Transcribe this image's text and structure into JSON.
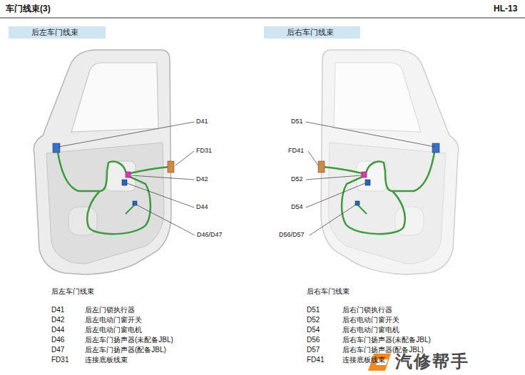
{
  "diagram": {
    "title": "车门线束(3)",
    "nodes": [
      {
        "text": [
          "后左车门线束"
        ]
      },
      {
        "text": [
          "后右车门线束"
        ]
      }
    ],
    "labels": [
      "HL-13",
      "D41",
      "FD31",
      "D42",
      "D44",
      "D46/D47",
      "D51",
      "FD41",
      "D52",
      "D54",
      "D56/D57",
      "后左车门线束",
      "D41",
      "后左门锁执行器",
      "D42",
      "后左电动门窗开关",
      "D44",
      "后左电动门窗电机",
      "D46",
      "后左车门扬声器(未配备JBL)",
      "D47",
      "后左车门扬声器(配备JBL)",
      "FD31",
      "连接底板线束",
      "后右车门线束",
      "D51",
      "后右门锁执行器",
      "D52",
      "后右电动门窗开关",
      "D54",
      "后右电动门窗电机",
      "D56",
      "后右车门扬声器(未配备JBL)",
      "D57",
      "后右车门扬声器(配备JBL)",
      "FD41",
      "连接底板线束",
      "汽修帮手"
    ]
  }
}
